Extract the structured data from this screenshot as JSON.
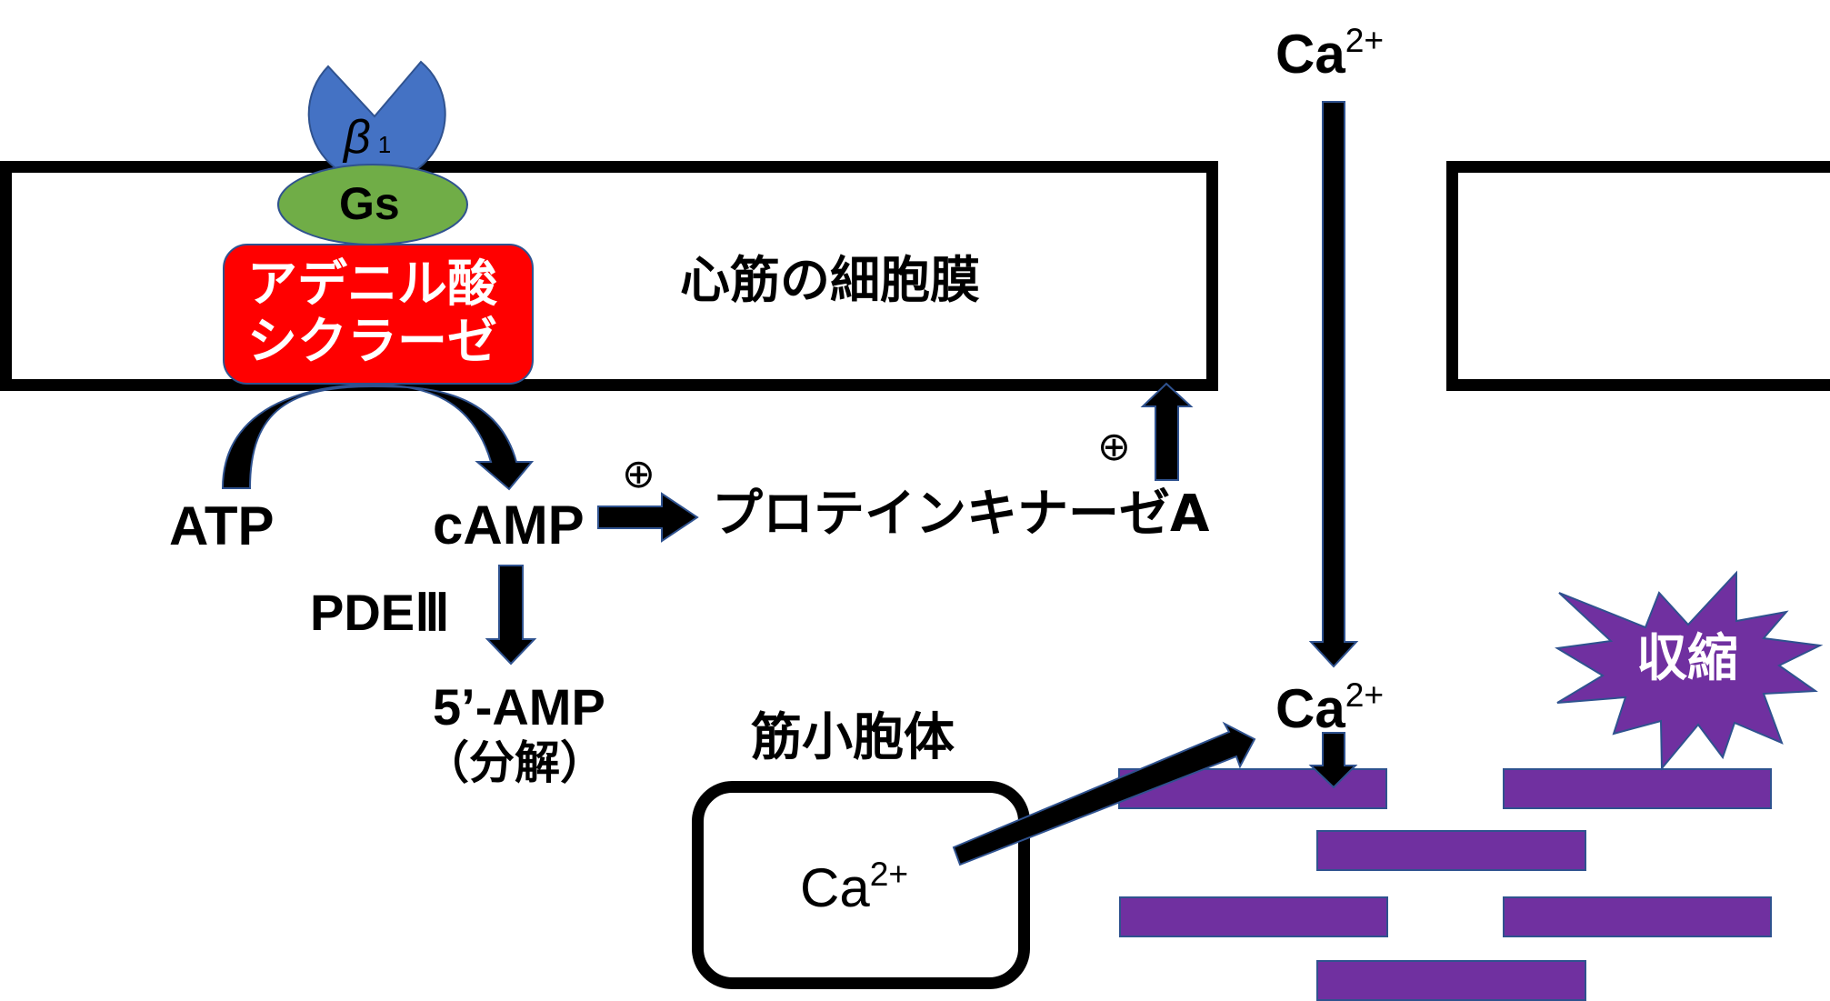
{
  "colors": {
    "receptor": "#4472c4",
    "gs": "#70ad47",
    "adenylate_cyclase": "#ff0000",
    "myofilament": "#7030a0",
    "outline": "#2f528f",
    "arrow": "#000000"
  },
  "labels": {
    "beta1": "β",
    "beta1_sub": "1",
    "gs": "Gs",
    "ac_line1": "アデニル酸",
    "ac_line2": "シクラーゼ",
    "membrane": "心筋の細胞膜",
    "atp": "ATP",
    "camp": "cAMP",
    "pde": "PDEⅢ",
    "amp": "5’-AMP",
    "degradation": "（分解）",
    "pka": "プロテインキナーゼA",
    "plus1": "⊕",
    "plus2": "⊕",
    "ca_top_base": "Ca",
    "ca_top_sup": "2+",
    "ca_mid_base": "Ca",
    "ca_mid_sup": "2+",
    "sr": "筋小胞体",
    "ca_sr_base": "Ca",
    "ca_sr_sup": "2+",
    "contraction": "収縮"
  }
}
